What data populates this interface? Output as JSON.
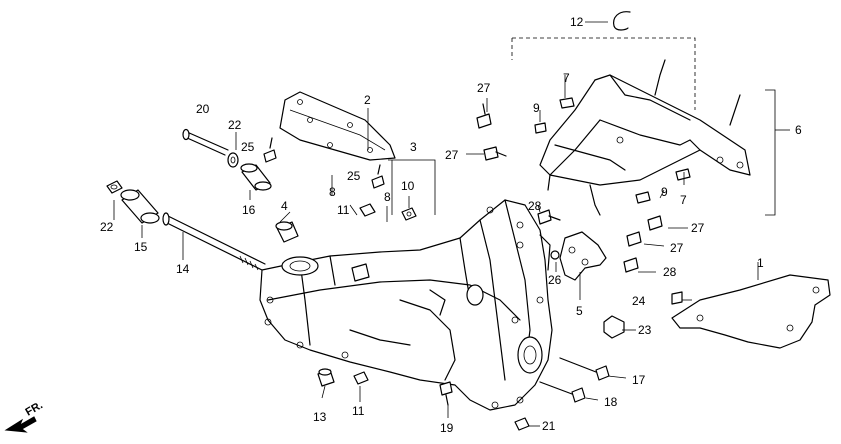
{
  "direction_label": "FR.",
  "labels": [
    {
      "id": "1",
      "text": "1"
    },
    {
      "id": "2",
      "text": "2"
    },
    {
      "id": "3",
      "text": "3"
    },
    {
      "id": "4",
      "text": "4"
    },
    {
      "id": "5",
      "text": "5"
    },
    {
      "id": "6",
      "text": "6"
    },
    {
      "id": "7a",
      "text": "7"
    },
    {
      "id": "7b",
      "text": "7"
    },
    {
      "id": "8a",
      "text": "8"
    },
    {
      "id": "8b",
      "text": "8"
    },
    {
      "id": "9a",
      "text": "9"
    },
    {
      "id": "9b",
      "text": "9"
    },
    {
      "id": "10",
      "text": "10"
    },
    {
      "id": "11a",
      "text": "11"
    },
    {
      "id": "11b",
      "text": "11"
    },
    {
      "id": "12",
      "text": "12"
    },
    {
      "id": "13",
      "text": "13"
    },
    {
      "id": "14",
      "text": "14"
    },
    {
      "id": "15",
      "text": "15"
    },
    {
      "id": "16",
      "text": "16"
    },
    {
      "id": "17",
      "text": "17"
    },
    {
      "id": "18",
      "text": "18"
    },
    {
      "id": "19",
      "text": "19"
    },
    {
      "id": "20",
      "text": "20"
    },
    {
      "id": "21",
      "text": "21"
    },
    {
      "id": "22a",
      "text": "22"
    },
    {
      "id": "22b",
      "text": "22"
    },
    {
      "id": "23",
      "text": "23"
    },
    {
      "id": "24",
      "text": "24"
    },
    {
      "id": "25a",
      "text": "25"
    },
    {
      "id": "25b",
      "text": "25"
    },
    {
      "id": "26",
      "text": "26"
    },
    {
      "id": "27a",
      "text": "27"
    },
    {
      "id": "27b",
      "text": "27"
    },
    {
      "id": "27c",
      "text": "27"
    },
    {
      "id": "27d",
      "text": "27"
    },
    {
      "id": "28a",
      "text": "28"
    },
    {
      "id": "28b",
      "text": "28"
    }
  ]
}
